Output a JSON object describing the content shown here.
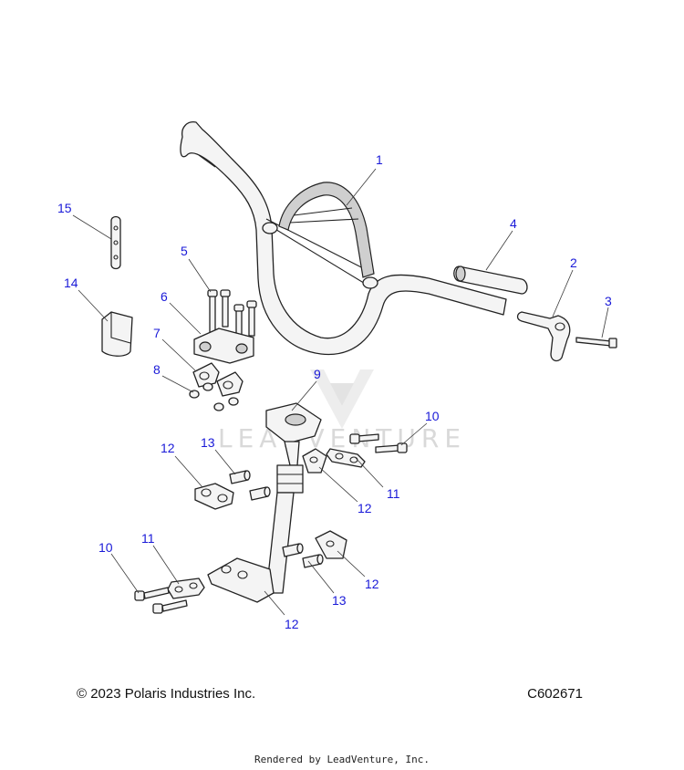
{
  "callouts": [
    {
      "id": "c1",
      "label": "1"
    },
    {
      "id": "c2",
      "label": "2"
    },
    {
      "id": "c3",
      "label": "3"
    },
    {
      "id": "c4",
      "label": "4"
    },
    {
      "id": "c5",
      "label": "5"
    },
    {
      "id": "c6",
      "label": "6"
    },
    {
      "id": "c7",
      "label": "7"
    },
    {
      "id": "c8",
      "label": "8"
    },
    {
      "id": "c9",
      "label": "9"
    },
    {
      "id": "c10a",
      "label": "10"
    },
    {
      "id": "c10b",
      "label": "10"
    },
    {
      "id": "c11a",
      "label": "11"
    },
    {
      "id": "c11b",
      "label": "11"
    },
    {
      "id": "c12a",
      "label": "12"
    },
    {
      "id": "c12b",
      "label": "12"
    },
    {
      "id": "c12c",
      "label": "12"
    },
    {
      "id": "c12d",
      "label": "12"
    },
    {
      "id": "c13a",
      "label": "13"
    },
    {
      "id": "c13b",
      "label": "13"
    },
    {
      "id": "c14",
      "label": "14"
    },
    {
      "id": "c15",
      "label": "15"
    }
  ],
  "watermark": "LEADVENTURE",
  "copyright": "© 2023 Polaris Industries Inc.",
  "figure_code": "C602671",
  "rendered_by": "Rendered by LeadVenture, Inc."
}
